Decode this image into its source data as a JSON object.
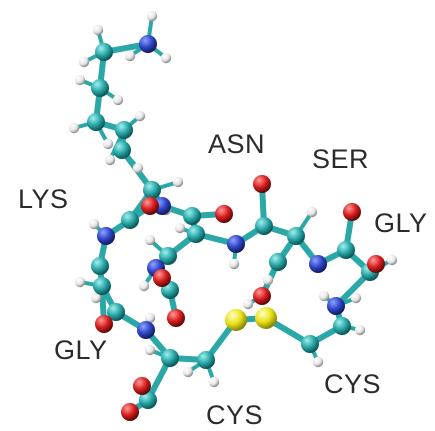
{
  "labels": {
    "lys": "LYS",
    "asn": "ASN",
    "ser": "SER",
    "gly_right": "GLY",
    "gly_left": "GLY",
    "cys_bottom": "CYS",
    "cys_right": "CYS"
  },
  "colors": {
    "carbon": "#2aa7a7",
    "nitrogen": "#2f45c8",
    "oxygen": "#d81e1e",
    "sulfur": "#e8e21a",
    "hydrogen": "#f2f2f2",
    "bond": "#2aa7a7"
  }
}
